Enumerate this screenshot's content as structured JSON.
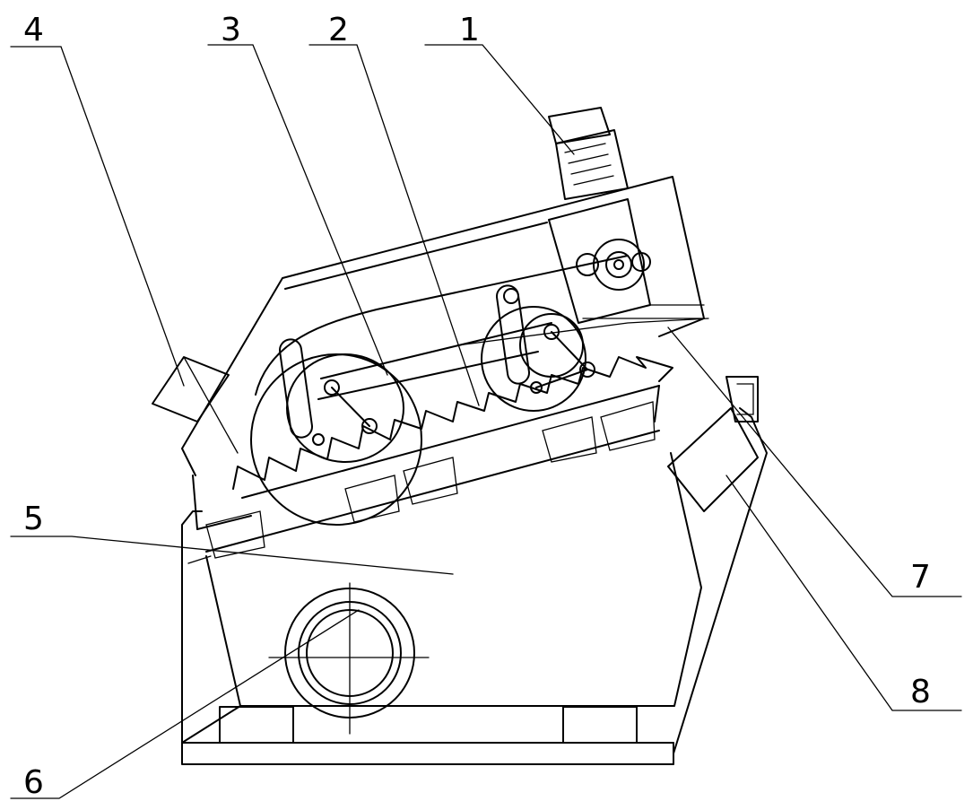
{
  "diagram": {
    "labels": [
      {
        "id": "1",
        "text": "1"
      },
      {
        "id": "2",
        "text": "2"
      },
      {
        "id": "3",
        "text": "3"
      },
      {
        "id": "4",
        "text": "4"
      },
      {
        "id": "5",
        "text": "5"
      },
      {
        "id": "6",
        "text": "6"
      },
      {
        "id": "7",
        "text": "7"
      },
      {
        "id": "8",
        "text": "8"
      }
    ]
  },
  "colors": {
    "line": "#000000",
    "background": "#ffffff"
  }
}
